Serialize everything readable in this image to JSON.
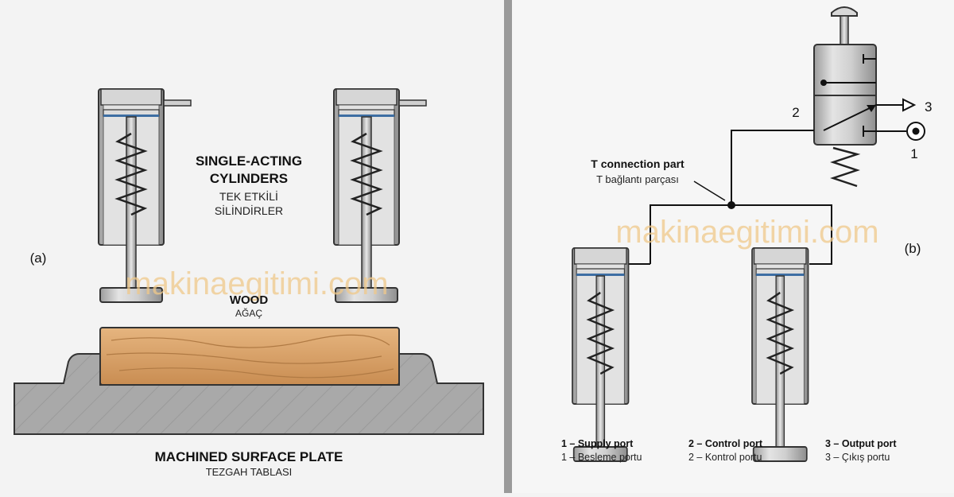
{
  "panel_a": {
    "label": "(a)",
    "cylinders_title_en_1": "SINGLE-ACTING",
    "cylinders_title_en_2": "CYLINDERS",
    "cylinders_title_tr_1": "TEK ETKİLİ",
    "cylinders_title_tr_2": "SİLİNDİRLER",
    "wood_en": "WOOD",
    "wood_tr": "AĞAÇ",
    "plate_en": "MACHINED SURFACE PLATE",
    "plate_tr": "TEZGAH TABLASI",
    "watermark": "makinaegitimi.com"
  },
  "panel_b": {
    "label": "(b)",
    "port_2": "2",
    "port_3": "3",
    "port_1": "1",
    "t_connection_en": "T connection part",
    "t_connection_tr": "T bağlantı parçası",
    "watermark": "makinaegitimi.com",
    "legend": [
      {
        "en": "1 – Supply port",
        "tr": "1 – Besleme portu"
      },
      {
        "en": "2 – Control port",
        "tr": "2 – Kontrol portu"
      },
      {
        "en": "3 – Output port",
        "tr": "3 – Çıkış portu"
      }
    ]
  },
  "colors": {
    "wood": "#d9a26a",
    "plate": "#a9a9a9",
    "divider": "#9a9a9a",
    "piston_seal": "#3d6ea3"
  }
}
